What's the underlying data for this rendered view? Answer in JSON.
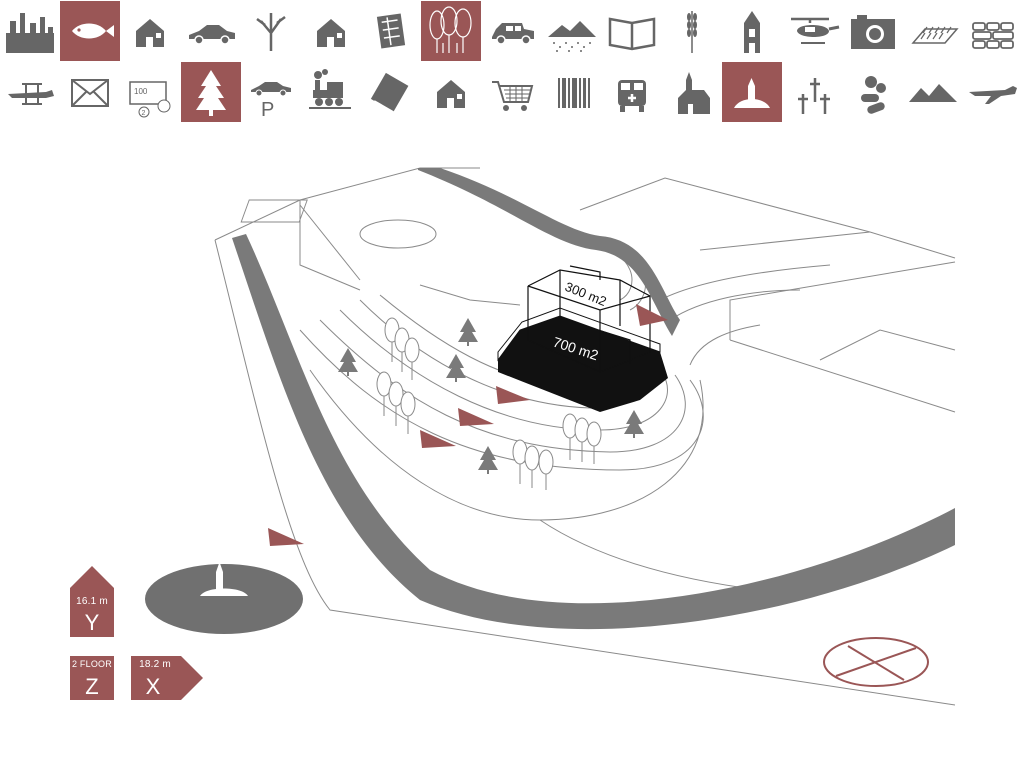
{
  "colors": {
    "accent": "#9a5656",
    "icon": "#666666",
    "line": "#8a8a8a",
    "dark": "#111111"
  },
  "toolbar": {
    "row1": [
      {
        "icon": "city-skyline-icon",
        "active": false
      },
      {
        "icon": "fish-icon",
        "active": true
      },
      {
        "icon": "house-icon",
        "active": false
      },
      {
        "icon": "convertible-car-icon",
        "active": false
      },
      {
        "icon": "bare-tree-icon",
        "active": false
      },
      {
        "icon": "house-icon",
        "active": false
      },
      {
        "icon": "city-map-icon",
        "active": false
      },
      {
        "icon": "forest-icon",
        "active": true
      },
      {
        "icon": "vintage-car-icon",
        "active": false
      },
      {
        "icon": "snowy-mountain-icon",
        "active": false
      },
      {
        "icon": "open-book-icon",
        "active": false
      },
      {
        "icon": "wheat-icon",
        "active": false
      },
      {
        "icon": "tower-icon",
        "active": false
      },
      {
        "icon": "helicopter-icon",
        "active": false
      },
      {
        "icon": "camera-icon",
        "active": false
      },
      {
        "icon": "field-icon",
        "active": false
      },
      {
        "icon": "stone-wall-icon",
        "active": false
      }
    ],
    "row2": [
      {
        "icon": "biplane-icon",
        "active": false
      },
      {
        "icon": "envelope-icon",
        "active": false
      },
      {
        "icon": "banknote-icon",
        "active": false
      },
      {
        "icon": "pine-tree-icon",
        "active": true
      },
      {
        "icon": "car-parking-icon",
        "active": false
      },
      {
        "icon": "steam-train-icon",
        "active": false
      },
      {
        "icon": "book-icon",
        "active": false
      },
      {
        "icon": "house-icon",
        "active": false
      },
      {
        "icon": "shopping-cart-icon",
        "active": false
      },
      {
        "icon": "barcode-icon",
        "active": false
      },
      {
        "icon": "ambulance-icon",
        "active": false
      },
      {
        "icon": "church-icon",
        "active": false
      },
      {
        "icon": "hill-chapel-icon",
        "active": true
      },
      {
        "icon": "cemetery-crosses-icon",
        "active": false
      },
      {
        "icon": "pills-icon",
        "active": false
      },
      {
        "icon": "mountains-icon",
        "active": false
      },
      {
        "icon": "airplane-icon",
        "active": false
      }
    ]
  },
  "scene": {
    "floor_area_top": "300 m2",
    "floor_area_base": "700 m2"
  },
  "dimensions": {
    "y_value": "16.1 m",
    "y_label": "Y",
    "z_value": "2 FLOOR",
    "z_label": "Z",
    "x_value": "18.2 m",
    "x_label": "X"
  }
}
